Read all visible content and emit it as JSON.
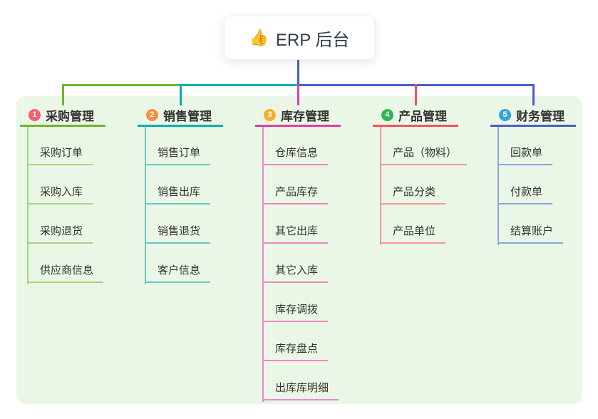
{
  "root": {
    "icon": "👍",
    "label": "ERP 后台"
  },
  "branches": [
    {
      "number": "1",
      "title": "采购管理",
      "badge_color": "#f85f6d",
      "line_color": "#6fb42e",
      "sub_line_color": "#a8d57e",
      "children": [
        "采购订单",
        "采购入库",
        "采购退货",
        "供应商信息"
      ]
    },
    {
      "number": "2",
      "title": "销售管理",
      "badge_color": "#f9903e",
      "line_color": "#00b3ab",
      "sub_line_color": "#66cbc3",
      "children": [
        "销售订单",
        "销售出库",
        "销售退货",
        "客户信息"
      ]
    },
    {
      "number": "3",
      "title": "库存管理",
      "badge_color": "#f6ae26",
      "line_color": "#df3fa2",
      "sub_line_color": "#ef86c8",
      "children": [
        "仓库信息",
        "产品库存",
        "其它出库",
        "其它入库",
        "库存调拨",
        "库存盘点",
        "出库库明细"
      ]
    },
    {
      "number": "4",
      "title": "产品管理",
      "badge_color": "#2eb754",
      "line_color": "#f5535d",
      "sub_line_color": "#f9949b",
      "children": [
        "产品（物料）",
        "产品分类",
        "产品单位"
      ]
    },
    {
      "number": "5",
      "title": "财务管理",
      "badge_color": "#30a5df",
      "line_color": "#4560c4",
      "sub_line_color": "#8ca4dd",
      "children": [
        "回款单",
        "付款单",
        "结算账户"
      ]
    }
  ],
  "colors": {
    "panel_bg": "#ebf7e6",
    "root_line": "#4560c4",
    "bus_green": "#6fb42e",
    "bus_teal": "#00b3ab",
    "bus_blue": "#4560c4"
  }
}
